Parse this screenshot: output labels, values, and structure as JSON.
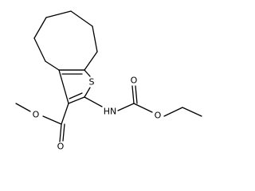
{
  "molecule": {
    "atoms": {
      "sulfur": "S",
      "carbamate_nitrogen": "HN",
      "ester_carbonyl_oxygen": "O",
      "ester_oxygen": "O",
      "carbamate_carbonyl_oxygen": "O",
      "carbamate_ester_oxygen": "O"
    },
    "colors": {
      "bond": "#000000",
      "label": "#000000",
      "background": "#ffffff"
    }
  }
}
